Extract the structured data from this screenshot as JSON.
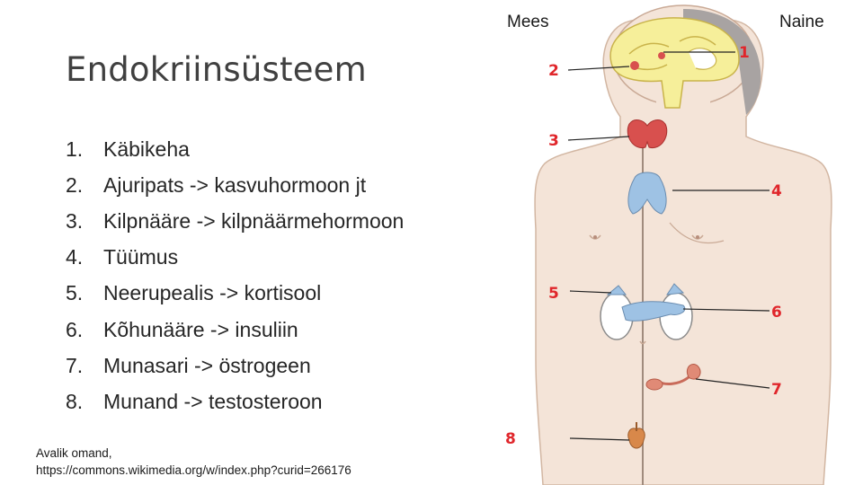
{
  "title": "Endokriinsüsteem",
  "items": [
    {
      "num": "1.",
      "text": "Käbikeha"
    },
    {
      "num": "2.",
      "text": "Ajuripats -> kasvuhormoon jt"
    },
    {
      "num": "3.",
      "text": "Kilpnääre -> kilpnäärmehormoon"
    },
    {
      "num": "4.",
      "text": "Tüümus"
    },
    {
      "num": "5.",
      "text": "Neerupealis -> kortisool"
    },
    {
      "num": "6.",
      "text": "Kõhunääre -> insuliin"
    },
    {
      "num": "7.",
      "text": "Munasari -> östrogeen"
    },
    {
      "num": "8.",
      "text": "Munand -> testosteroon"
    }
  ],
  "caption": {
    "line1": "Avalik omand,",
    "line2": "https://commons.wikimedia.org/w/index.php?curid=266176"
  },
  "diagram": {
    "label_left": "Mees",
    "label_right": "Naine",
    "markers": [
      "1",
      "2",
      "3",
      "4",
      "5",
      "6",
      "7",
      "8"
    ],
    "colors": {
      "skin": "#f4e4d8",
      "outline": "#c9a995",
      "brain": "#f6ef9a",
      "marker": "#e0262b",
      "gland_red": "#d8504e",
      "gland_blue": "#9ec2e4"
    }
  }
}
